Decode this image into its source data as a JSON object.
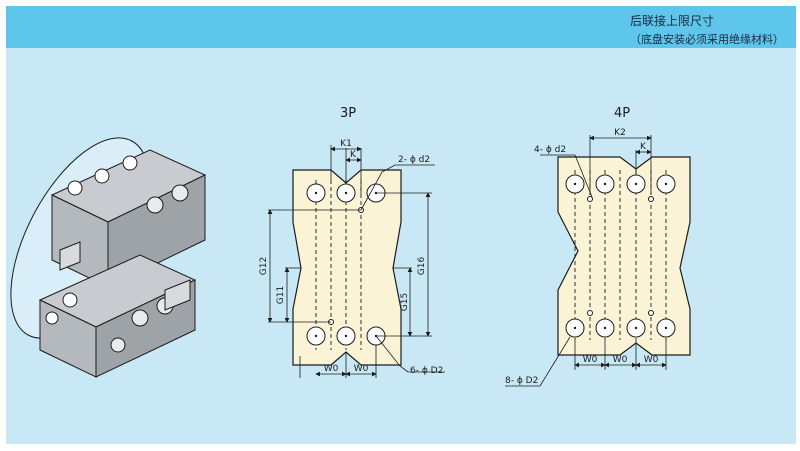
{
  "header": {
    "title": "后联接上限尺寸",
    "subtitle": "（底盘安装必须采用绝缘材料）"
  },
  "diagram_3p": {
    "title": "3P",
    "dims": {
      "k1": "K1",
      "k": "K",
      "w0_left": "W0",
      "w0_right": "W0",
      "g12": "G12",
      "g11": "G11",
      "g15": "G15",
      "g16": "G16"
    },
    "callout_top": "2- ϕ d2",
    "callout_bottom": "6- ϕ D2"
  },
  "diagram_4p": {
    "title": "4P",
    "dims": {
      "k2": "K2",
      "k": "K",
      "w0_a": "W0",
      "w0_b": "W0",
      "w0_c": "W0"
    },
    "callout_top": "4- ϕ d2",
    "callout_bottom": "8- ϕ D2"
  },
  "colors": {
    "header_bg": "#5ec6ea",
    "body_bg": "#c9e8f6",
    "plate_fill": "#fbf3d6",
    "line": "#1c1c1c"
  }
}
